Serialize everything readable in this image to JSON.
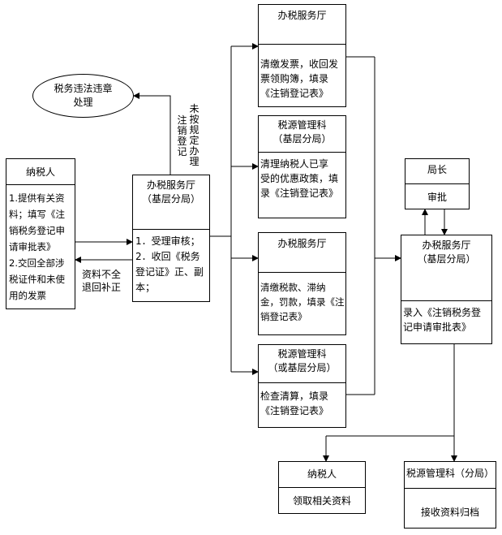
{
  "violation": {
    "line1": "税务违法违章",
    "line2": "处理"
  },
  "not_processed_label": [
    "未",
    "按",
    "规",
    "定",
    "办",
    "理"
  ],
  "not_processed_label2": [
    "注",
    "销",
    "登",
    "记"
  ],
  "taxpayer": {
    "title": "纳税人",
    "lines": [
      "1.提供有关资",
      "料；填写《注",
      "销税务登记申",
      "请审批表》",
      "2.交回全部涉",
      "税证件和未使",
      "用的发票"
    ]
  },
  "incomplete_label": {
    "line1": "资料不全",
    "line2": "退回补正"
  },
  "hall_branch": {
    "title1": "办税服务厅",
    "title2": "（基层分局）",
    "lines": [
      "1．受理审核；",
      "2．收回《税务",
      "登记证》正、副",
      "本；"
    ]
  },
  "hall_invoice": {
    "title": "办税服务厅",
    "lines": [
      "清缴发票，收回发",
      "票领购簿，填录",
      "《注销登记表》"
    ]
  },
  "tax_source_1": {
    "title1": "税源管理科",
    "title2": "（基层分局）",
    "lines": [
      "清理纳税人已享",
      "受的优惠政策，填",
      "录《注销登记表》"
    ]
  },
  "hall_tax": {
    "title": "办税服务厅",
    "lines": [
      "清缴税款、滞纳",
      "金，罚款，填录《注",
      "销登记表》"
    ]
  },
  "tax_source_2": {
    "title1": "税源管理科",
    "title2": "（或基层分局）",
    "lines": [
      "检查清算，填录",
      "《注销登记表》"
    ]
  },
  "director": {
    "title": "局长",
    "body": "审批"
  },
  "hall_record": {
    "title1": "办税服务厅",
    "title2": "（基层分局）",
    "lines": [
      "录入《注销税务登",
      "记申请审批表》"
    ]
  },
  "taxpayer_receive": {
    "title": "纳税人",
    "body": "领取相关资料"
  },
  "tax_source_archive": {
    "title": "税源管理科（分局）",
    "body": "接收资料归档"
  }
}
